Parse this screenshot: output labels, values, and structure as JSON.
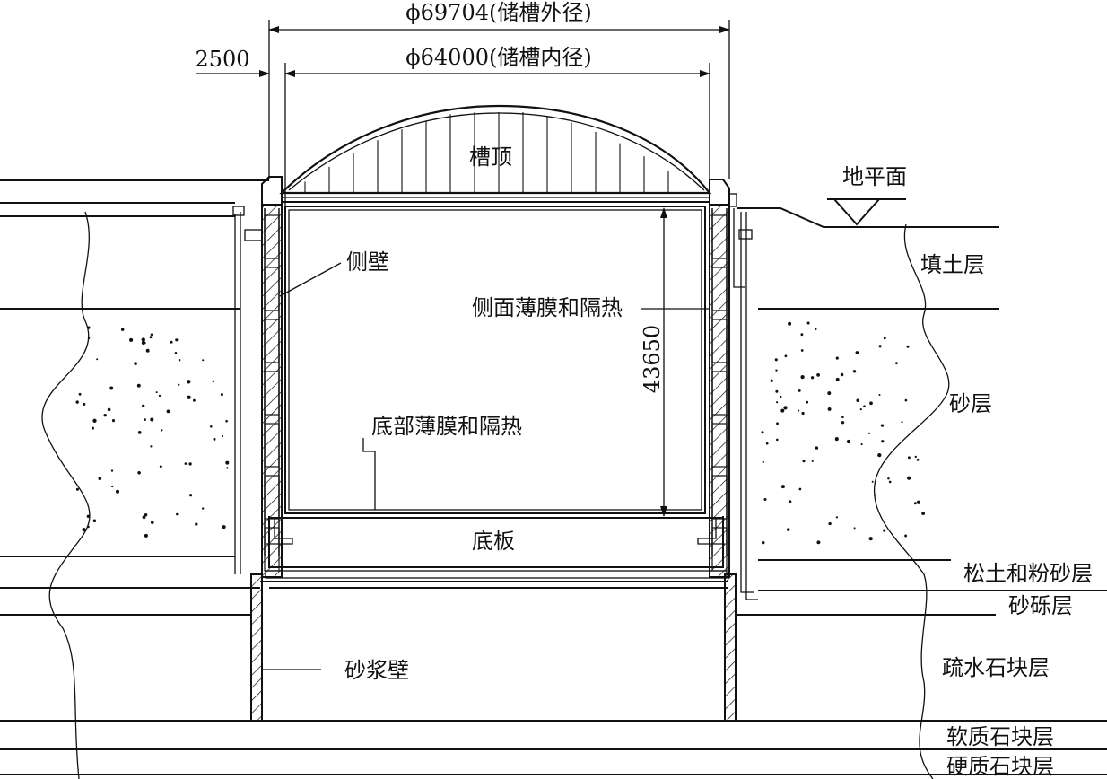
{
  "dimensions": {
    "outer_diameter": "ϕ69704(储槽外径)",
    "inner_diameter": "ϕ64000(储槽内径)",
    "wall_offset": "2500",
    "height": "43650"
  },
  "labels": {
    "roof": "槽顶",
    "side_wall": "侧壁",
    "side_membrane": "侧面薄膜和隔热",
    "bottom_membrane": "底部薄膜和隔热",
    "base_slab": "底板",
    "mortar_wall": "砂浆壁",
    "ground_level": "地平面"
  },
  "strata": [
    "填土层",
    "砂层",
    "松土和粉砂层",
    "砂砾层",
    "疏水石块层",
    "软质石块层",
    "硬质石块层"
  ]
}
